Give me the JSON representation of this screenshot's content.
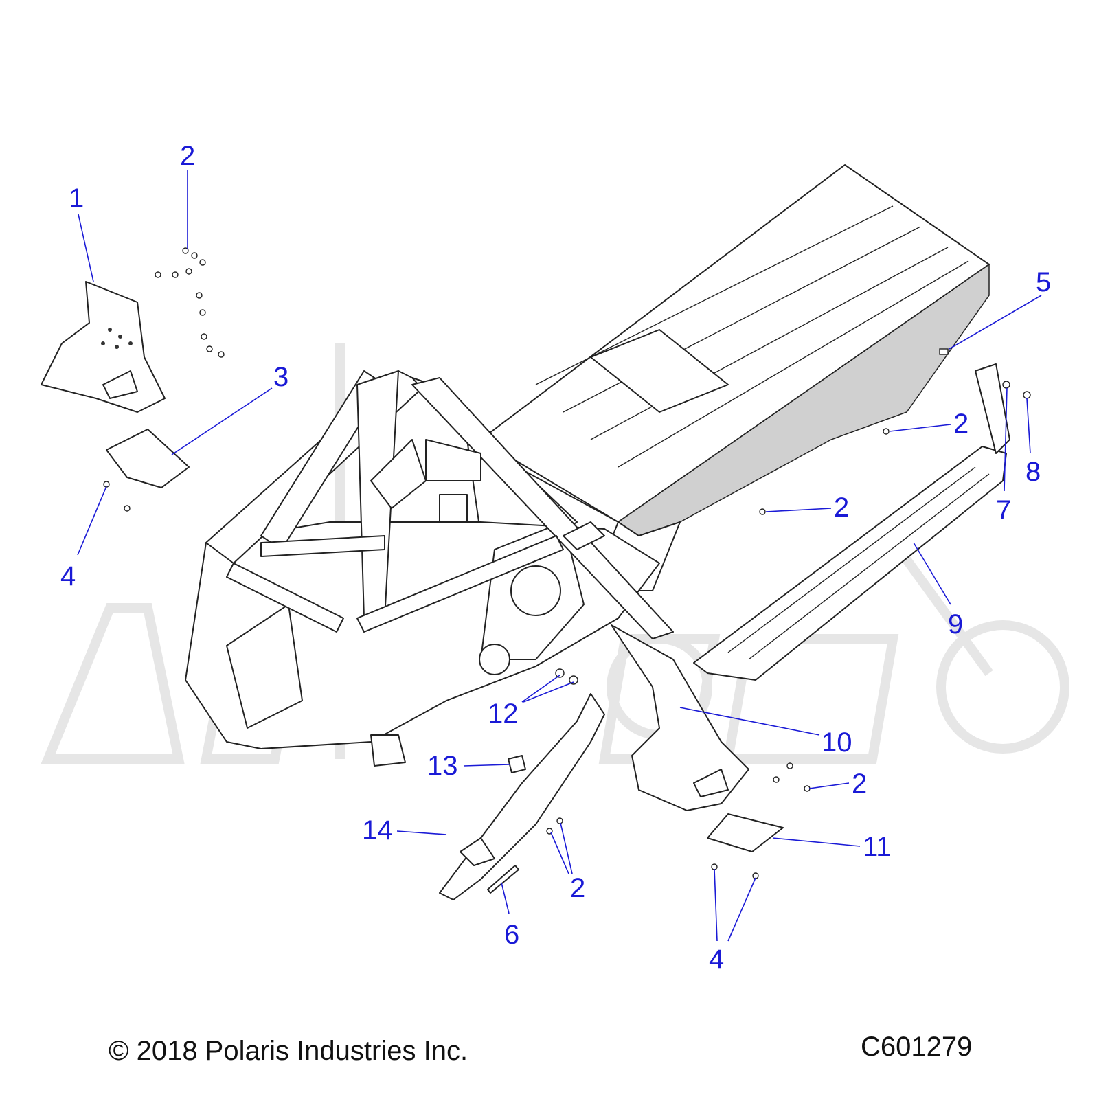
{
  "diagram": {
    "callouts": [
      {
        "id": "c1",
        "label": "1"
      },
      {
        "id": "c2a",
        "label": "2"
      },
      {
        "id": "c3",
        "label": "3"
      },
      {
        "id": "c4a",
        "label": "4"
      },
      {
        "id": "c5",
        "label": "5"
      },
      {
        "id": "c2b",
        "label": "2"
      },
      {
        "id": "c8",
        "label": "8"
      },
      {
        "id": "c2c",
        "label": "2"
      },
      {
        "id": "c7",
        "label": "7"
      },
      {
        "id": "c9",
        "label": "9"
      },
      {
        "id": "c12",
        "label": "12"
      },
      {
        "id": "c10",
        "label": "10"
      },
      {
        "id": "c13",
        "label": "13"
      },
      {
        "id": "c2d",
        "label": "2"
      },
      {
        "id": "c14",
        "label": "14"
      },
      {
        "id": "c11",
        "label": "11"
      },
      {
        "id": "c2e",
        "label": "2"
      },
      {
        "id": "c6",
        "label": "6"
      },
      {
        "id": "c4b",
        "label": "4"
      }
    ],
    "callout_color": "#1a1ad6"
  },
  "footer": {
    "copyright": "© 2018 Polaris Industries Inc.",
    "code": "C601279"
  }
}
